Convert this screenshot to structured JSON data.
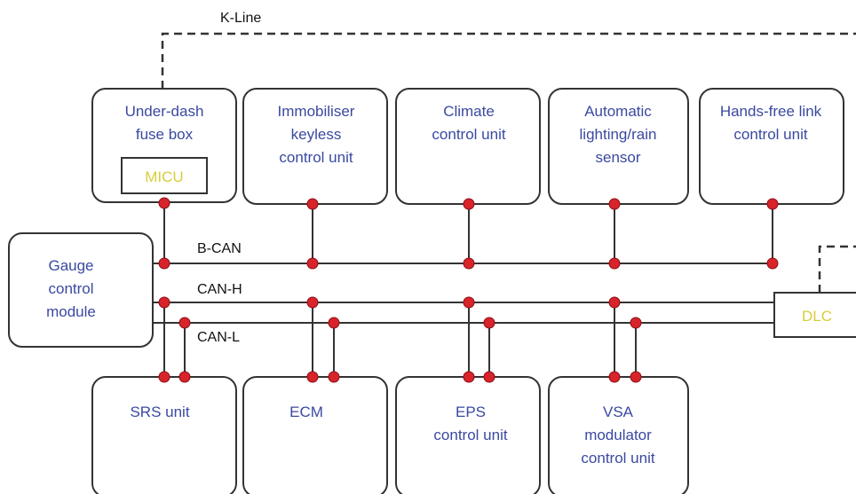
{
  "buses": {
    "kline": "K-Line",
    "bcan": "B-CAN",
    "canh": "CAN-H",
    "canl": "CAN-L"
  },
  "modules": {
    "underdash": [
      "Under-dash",
      "fuse box"
    ],
    "micu": "MICU",
    "immobiliser": [
      "Immobiliser",
      "keyless",
      "control unit"
    ],
    "climate": [
      "Climate",
      "control unit"
    ],
    "lighting": [
      "Automatic",
      "lighting/rain",
      "sensor"
    ],
    "handsfree": [
      "Hands-free link",
      "control unit"
    ],
    "gauge": [
      "Gauge",
      "control",
      "module"
    ],
    "dlc": "DLC",
    "srs": [
      "SRS unit"
    ],
    "ecm": [
      "ECM"
    ],
    "eps": [
      "EPS",
      "control unit"
    ],
    "vsa": [
      "VSA",
      "modulator",
      "control unit"
    ]
  },
  "colors": {
    "module_text": "#3a49a0",
    "sub_text": "#d8cd3a",
    "node": "#d8232a",
    "line": "#333333"
  }
}
